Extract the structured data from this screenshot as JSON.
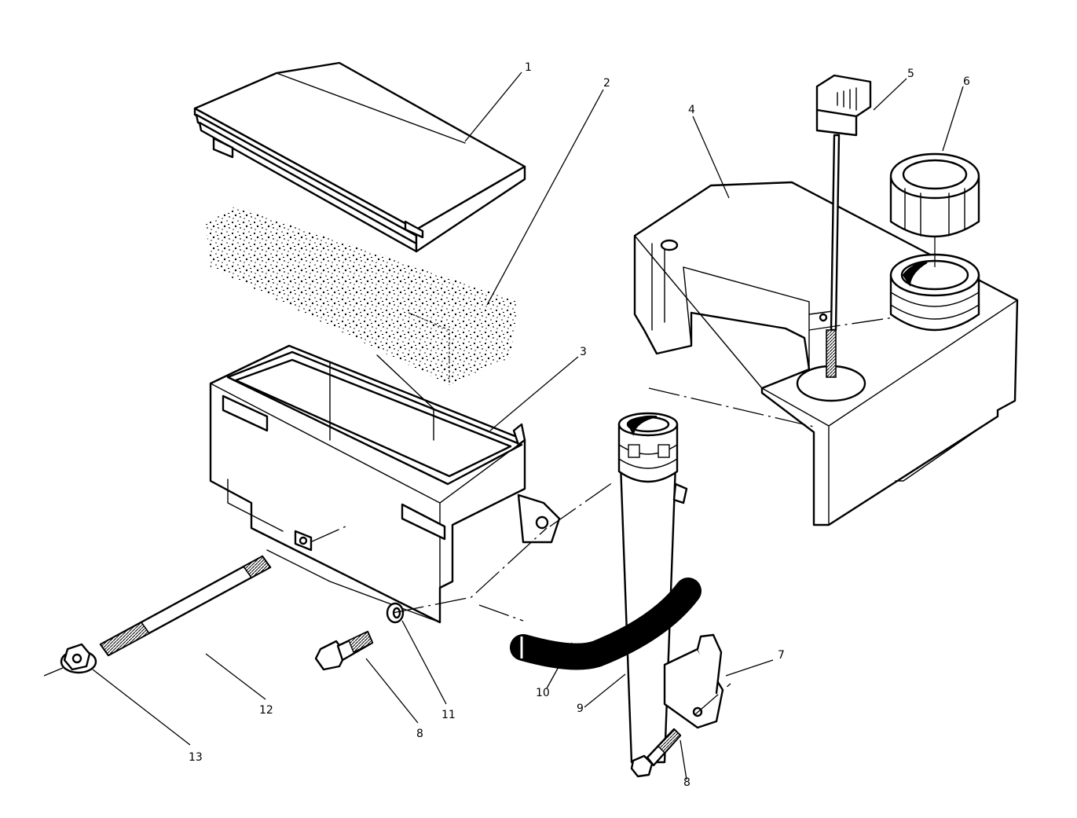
{
  "callouts": [
    {
      "id": "c1",
      "label": "1"
    },
    {
      "id": "c2",
      "label": "2"
    },
    {
      "id": "c3",
      "label": "3"
    },
    {
      "id": "c4",
      "label": "4"
    },
    {
      "id": "c5",
      "label": "5"
    },
    {
      "id": "c6",
      "label": "6"
    },
    {
      "id": "c7",
      "label": "7"
    },
    {
      "id": "c8a",
      "label": "8"
    },
    {
      "id": "c8b",
      "label": "8"
    },
    {
      "id": "c9",
      "label": "9"
    },
    {
      "id": "c10",
      "label": "10"
    },
    {
      "id": "c11",
      "label": "11"
    },
    {
      "id": "c12",
      "label": "12"
    },
    {
      "id": "c13",
      "label": "13"
    }
  ]
}
